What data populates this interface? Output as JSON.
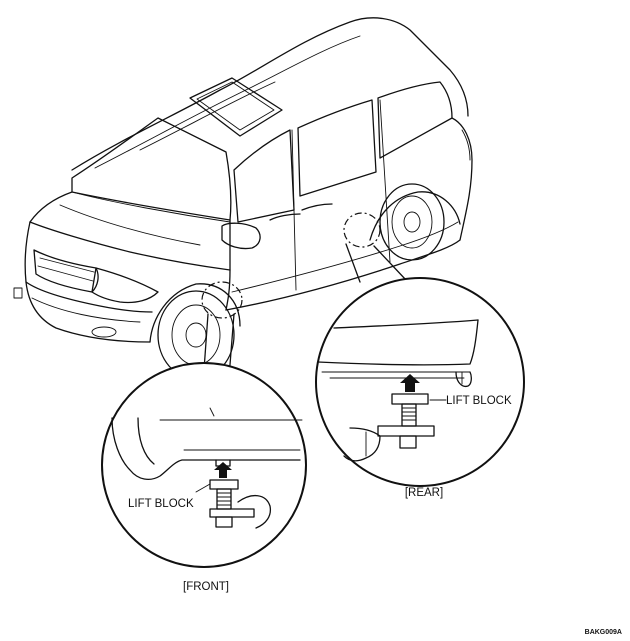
{
  "labels": {
    "front_lift_block": "LIFT BLOCK",
    "rear_lift_block": "LIFT BLOCK",
    "front": "[FRONT]",
    "rear": "[REAR]",
    "figure_code": "BAKG009A"
  },
  "colors": {
    "line": "#111111",
    "background": "#ffffff"
  },
  "icons": {
    "front_arrow": "up-arrow-icon",
    "rear_arrow": "up-arrow-icon"
  }
}
